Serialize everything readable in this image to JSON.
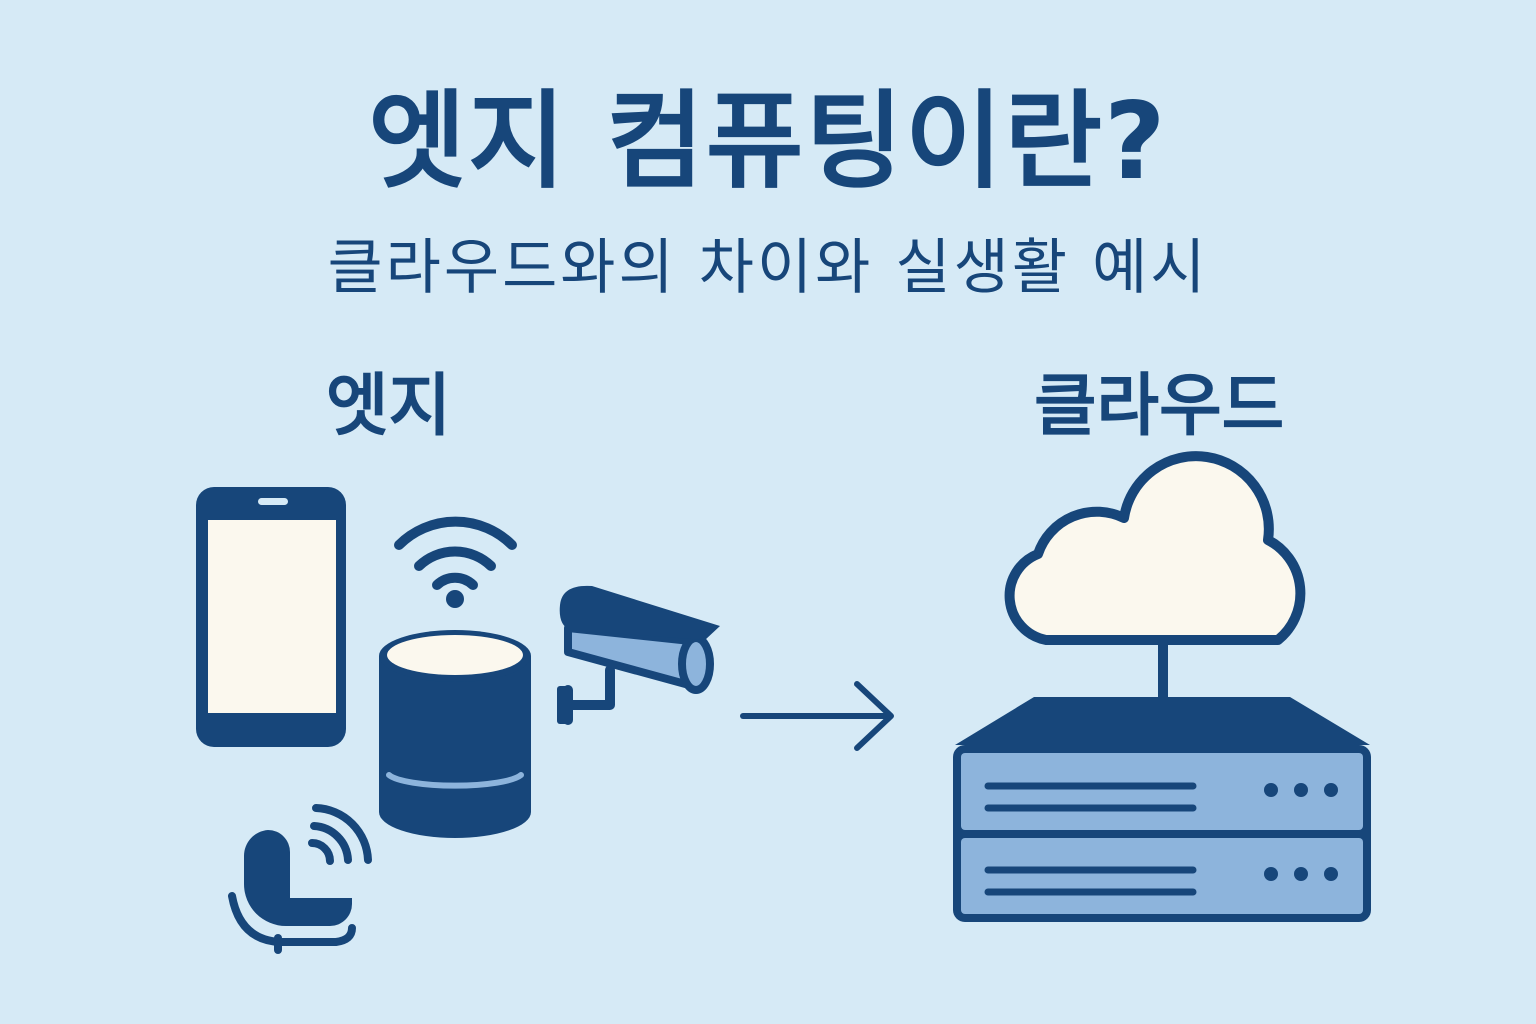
{
  "title": "엣지 컴퓨팅이란?",
  "subtitle": "클라우드와의 차이와 실생활 예시",
  "edge": {
    "label": "엣지",
    "devices": [
      "smartphone-icon",
      "wifi-icon",
      "smart-speaker-icon",
      "security-camera-icon",
      "smart-device-icon"
    ]
  },
  "cloud": {
    "label": "클라우드",
    "devices": [
      "cloud-icon",
      "server-icon"
    ]
  },
  "connector": "arrow-right-icon",
  "colors": {
    "background": "#d6eaf6",
    "primary": "#17467a",
    "light_fill": "#fbf8ee",
    "accent_fill": "#8db4dc"
  }
}
